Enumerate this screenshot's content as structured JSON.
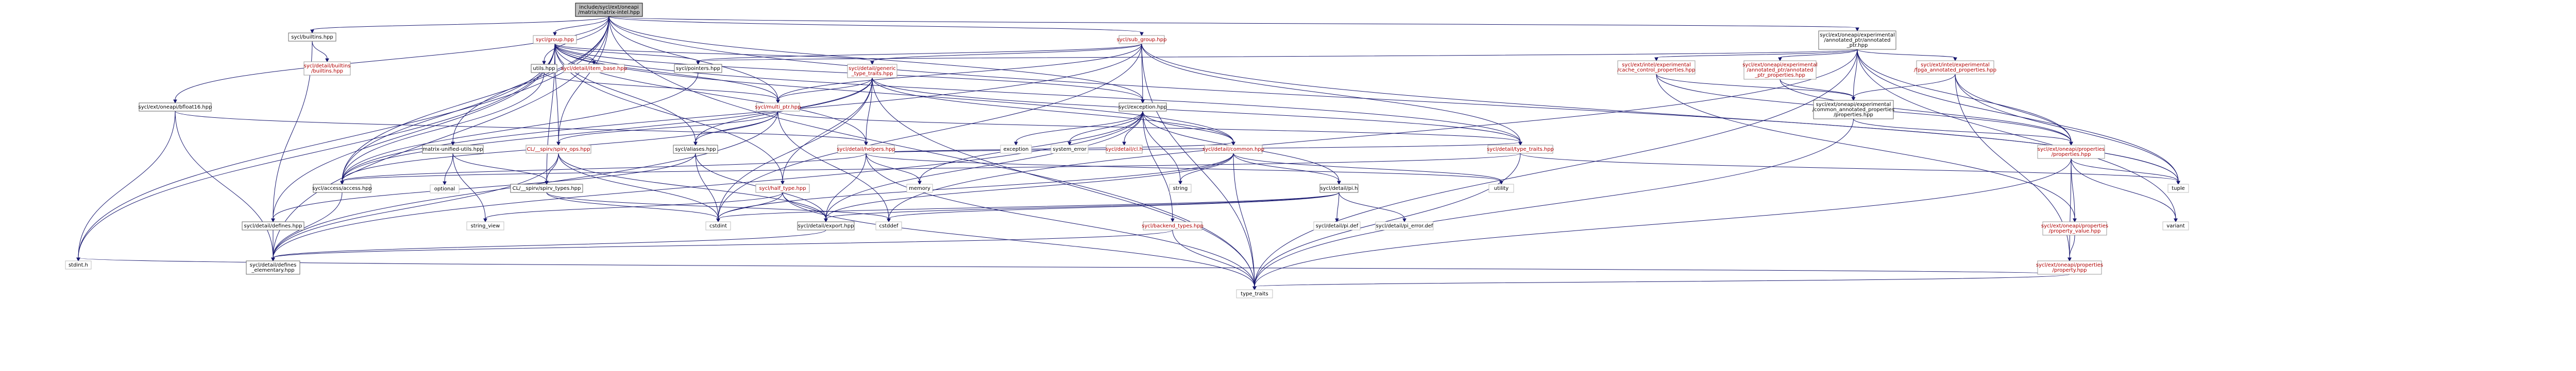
{
  "nodes": {
    "root": [
      "include/sycl/ext/oneapi",
      "/matrix/matrix-intel.hpp"
    ],
    "builtins": [
      "sycl/builtins.hpp"
    ],
    "detail_builtins": [
      "sycl/detail/builtins",
      "/builtins.hpp"
    ],
    "group": [
      "sycl/group.hpp"
    ],
    "item_base": [
      "sycl/detail/item_base.hpp"
    ],
    "sub_group": [
      "sycl/sub_group.hpp"
    ],
    "annotated_ptr": [
      "sycl/ext/oneapi/experimental",
      "/annotated_ptr/annotated",
      "_ptr.hpp"
    ],
    "cache_control": [
      "sycl/ext/intel/experimental",
      "/cache_control_properties.hpp"
    ],
    "annotated_ptr_props": [
      "sycl/ext/oneapi/experimental",
      "/annotated_ptr/annotated",
      "_ptr_properties.hpp"
    ],
    "fpga_props": [
      "sycl/ext/intel/experimental",
      "/fpga_annotated_properties.hpp"
    ],
    "common_props": [
      "sycl/ext/oneapi/experimental",
      "/common_annotated_properties",
      "/properties.hpp"
    ],
    "generic_type_traits": [
      "sycl/detail/generic",
      "_type_traits.hpp"
    ],
    "pointers": [
      "sycl/pointers.hpp"
    ],
    "utils": [
      "utils.hpp"
    ],
    "multi_ptr": [
      "sycl/multi_ptr.hpp"
    ],
    "exception": [
      "sycl/exception.hpp"
    ],
    "bfloat16": [
      "sycl/ext/oneapi/bfloat16.hpp"
    ],
    "matrix_unified_utils": [
      "matrix-unified-utils.hpp"
    ],
    "spirv_ops": [
      "CL/__spirv/spirv_ops.hpp"
    ],
    "aliases": [
      "sycl/aliases.hpp"
    ],
    "helpers": [
      "sycl/detail/helpers.hpp"
    ],
    "detail_common": [
      "sycl/detail/common.hpp"
    ],
    "type_traits_hpp": [
      "sycl/detail/type_traits.hpp"
    ],
    "oneapi_properties": [
      "sycl/ext/oneapi/properties",
      "/properties.hpp"
    ],
    "access": [
      "sycl/access/access.hpp"
    ],
    "spirv_types": [
      "CL/__spirv/spirv_types.hpp"
    ],
    "half_type": [
      "sycl/half_type.hpp"
    ],
    "cl_h": [
      "sycl/detail/cl.h"
    ],
    "pi_h": [
      "sycl/detail/pi.h"
    ],
    "backend_types": [
      "sycl/backend_types.hpp"
    ],
    "property_value": [
      "sycl/ext/oneapi/properties",
      "/property_value.hpp"
    ],
    "property": [
      "sycl/ext/oneapi/properties",
      "/property.hpp"
    ],
    "detail_defines": [
      "sycl/detail/defines.hpp"
    ],
    "export": [
      "sycl/detail/export.hpp"
    ],
    "defines_elementary": [
      "sycl/detail/defines",
      "_elementary.hpp"
    ],
    "pi_def": [
      "sycl/detail/pi.def"
    ],
    "pi_error_def": [
      "sycl/detail/pi_error.def"
    ],
    "optional": [
      "optional"
    ],
    "exception_std": [
      "exception"
    ],
    "system_error": [
      "system_error"
    ],
    "memory": [
      "memory"
    ],
    "string": [
      "string"
    ],
    "string_view": [
      "string_view"
    ],
    "cstdint": [
      "cstdint"
    ],
    "cstddef": [
      "cstddef"
    ],
    "cstdint_h": [
      "stdint.h"
    ],
    "utility": [
      "utility"
    ],
    "tuple": [
      "tuple"
    ],
    "variant": [
      "variant"
    ],
    "type_traits": [
      "type_traits"
    ]
  }
}
